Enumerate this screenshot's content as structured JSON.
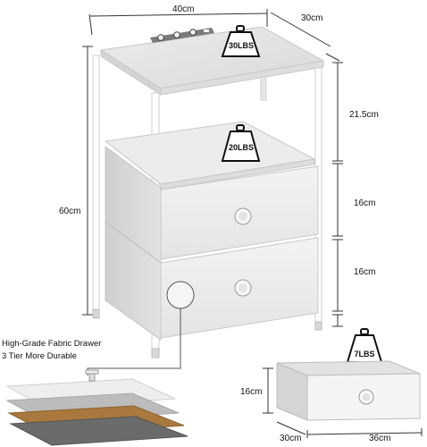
{
  "dimensions": {
    "top_width": "40cm",
    "top_depth": "30cm",
    "total_height": "60cm",
    "shelf_gap": "21.5cm",
    "drawer1_height": "16cm",
    "drawer2_height": "16cm",
    "drawer_height": "16cm",
    "drawer_depth": "30cm",
    "drawer_width": "36cm"
  },
  "weights": {
    "top": "30LBS",
    "shelf": "20LBS",
    "drawer": "7LBS"
  },
  "features": {
    "line1": "High-Grade Fabric Drawer",
    "line2": "3 Tier More Durable"
  },
  "icons": [
    "weight-icon",
    "power-outlet-icon",
    "drawer-knob-icon"
  ],
  "colors": {
    "frame": "#ffffff",
    "panel": "#e9e9e9",
    "wood_layer": "#a8783e",
    "fabric_dark": "#6b6b6b"
  }
}
